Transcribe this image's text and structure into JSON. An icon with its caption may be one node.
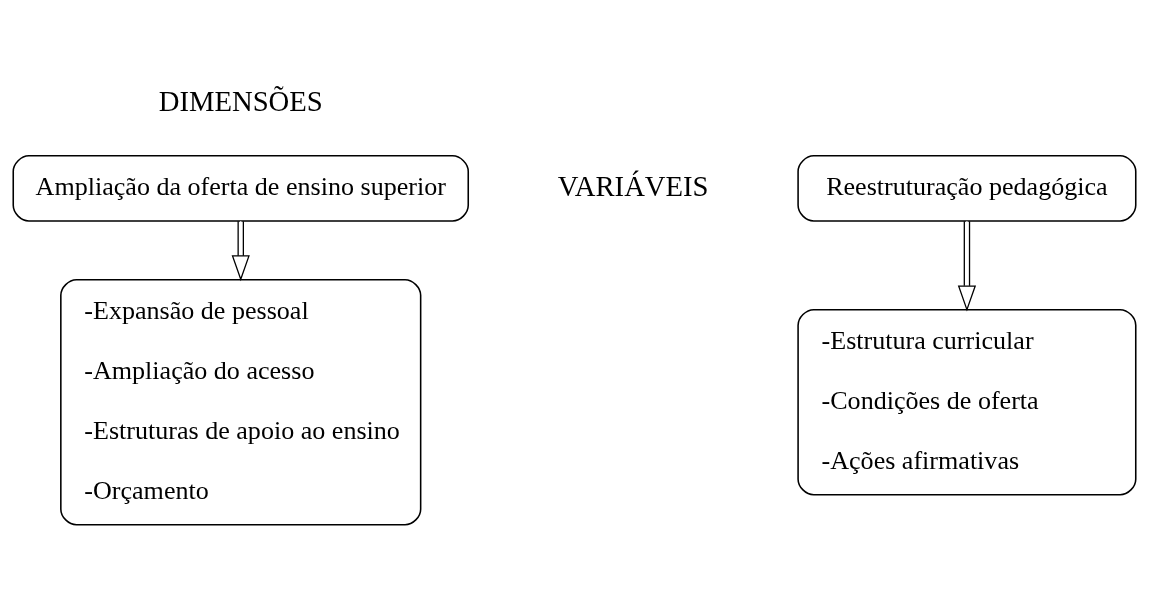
{
  "diagram": {
    "nodes": [
      {
        "text": [
          "Ampliação da oferta de ensino superior"
        ]
      },
      {
        "text": [
          "Reestruturação pedagógica"
        ]
      },
      {
        "text": [
          "-Expansão de pessoal",
          "-Ampliação do acesso",
          "-Estruturas de apoio ao ensino",
          "-Orçamento"
        ]
      },
      {
        "text": [
          "-Estrutura curricular",
          "-Condições de oferta",
          "-Ações afirmativas"
        ]
      }
    ],
    "edges": [
      {
        "from": 0,
        "to": 2,
        "arrow": "to"
      },
      {
        "from": 1,
        "to": 3,
        "arrow": "to"
      }
    ],
    "labels": [
      "DIMENSÕES",
      "VARIÁVEIS"
    ]
  }
}
